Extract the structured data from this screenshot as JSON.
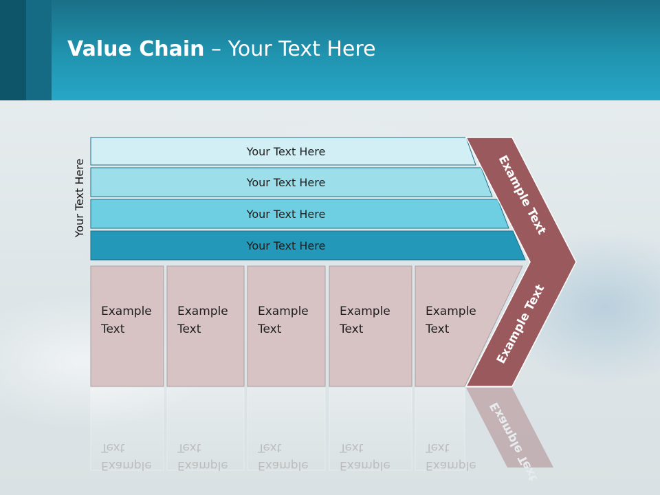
{
  "slide": {
    "title_bold": "Value Chain",
    "title_rest": " – Your Text Here",
    "side_label": "Your Text Here"
  },
  "rows": [
    {
      "label": "Your Text Here",
      "color": "#d2eff5"
    },
    {
      "label": "Your Text Here",
      "color": "#9ddeeb"
    },
    {
      "label": "Your Text Here",
      "color": "#6ecfe3"
    },
    {
      "label": "Your Text Here",
      "color": "#2398b8"
    }
  ],
  "boxes": [
    {
      "line1": "Example",
      "line2": "Text"
    },
    {
      "line1": "Example",
      "line2": "Text"
    },
    {
      "line1": "Example",
      "line2": "Text"
    },
    {
      "line1": "Example",
      "line2": "Text"
    },
    {
      "line1": "Example",
      "line2": "Text"
    }
  ],
  "chevron": {
    "upper_text": "Example Text",
    "lower_text": "Example Text",
    "color": "#9a5a5d"
  },
  "colors": {
    "box_fill": "#d7c2c4",
    "box_stroke": "#a9a0a1",
    "header_dark": "#0f5569",
    "header_light": "#27a7c6"
  }
}
